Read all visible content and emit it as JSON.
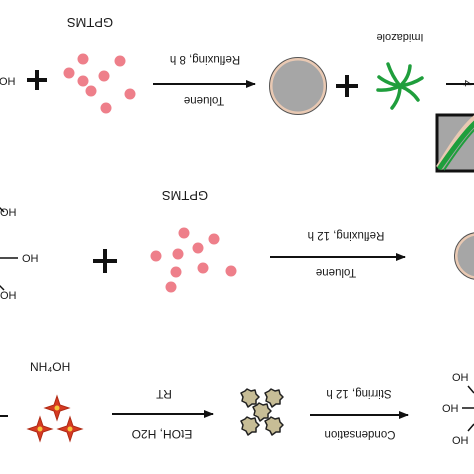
{
  "row1": {
    "oh_partial": "OH",
    "reagent_label": "GPTMS",
    "arrow_top": "Refluxing, 8 h",
    "arrow_bottom": "Toluene",
    "imidazole_label": "Imidazole",
    "arrow2_partial": "4"
  },
  "row2": {
    "oh_top": "OH",
    "oh_mid": "OH",
    "oh_bottom": "OH",
    "reagent_label": "GPTMS",
    "arrow_top": "Refluxing, 12 h",
    "arrow_bottom": "Toluene"
  },
  "row3": {
    "nh4oh_label": "NH₄OH",
    "arrow1_top": "RT",
    "arrow1_bottom": "EtOH, H2O",
    "arrow2_top": "Stirring, 12 h",
    "arrow2_bottom": "Condensation",
    "oh_top": "OH",
    "oh_mid": "OH",
    "oh_bottom": "OH"
  },
  "colors": {
    "pink_dot": "#ee7f8a",
    "gray_particle": "#a6a6a6",
    "particle_rim": "#e9c9b3",
    "green_chain": "#1f9e3c",
    "star_red": "#d63a22",
    "star_yellow": "#f5c53a",
    "khaki_particle": "#c7bd96"
  }
}
